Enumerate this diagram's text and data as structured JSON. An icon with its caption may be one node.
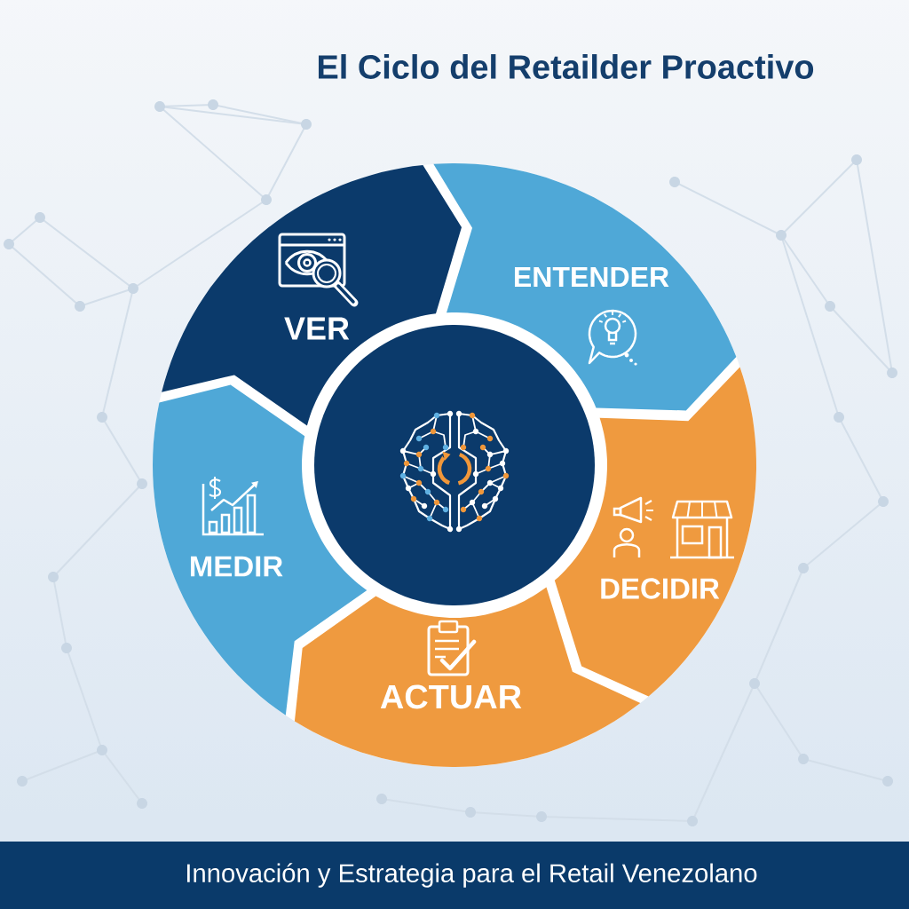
{
  "diagram": {
    "title": "El Ciclo del Retailder Proactivo",
    "caption": "Innovación y Estrategia para el Retail Venezolano",
    "nodes": [
      {
        "text": [
          "VER"
        ]
      },
      {
        "text": [
          "ENTENDER"
        ]
      },
      {
        "text": [
          "DECIDIR"
        ]
      },
      {
        "text": [
          "ACTUAR"
        ]
      },
      {
        "text": [
          "MEDIR"
        ]
      },
      {
        "text": [],
        "shape": "circle"
      }
    ]
  }
}
